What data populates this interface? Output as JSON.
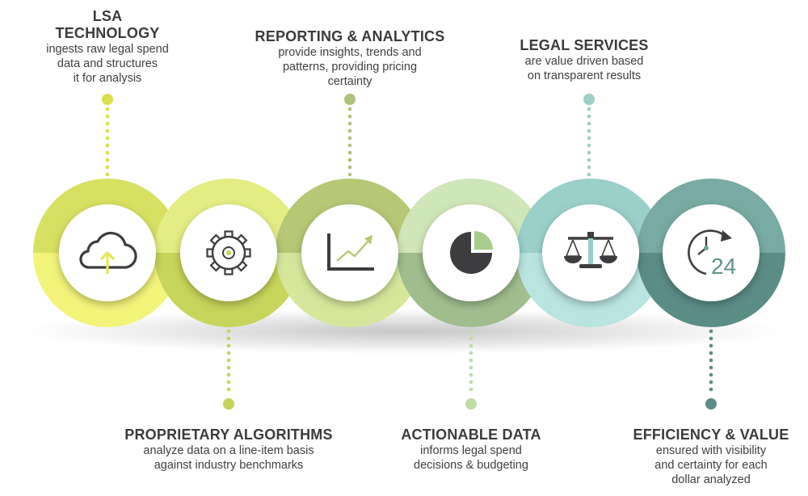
{
  "steps": [
    {
      "title": "LSA TECHNOLOGY",
      "title_lines": [
        "LSA",
        "TECHNOLOGY"
      ],
      "desc_lines": [
        "ingests raw legal spend",
        "data and structures",
        "it for analysis"
      ],
      "icon": "cloud-upload-icon",
      "color_top": "#d8e062",
      "color_bottom": "#f3f47a"
    },
    {
      "title": "PROPRIETARY ALGORITHMS",
      "title_lines": [
        "PROPRIETARY ALGORITHMS"
      ],
      "desc_lines": [
        "analyze data on a line-item basis",
        "against industry benchmarks"
      ],
      "icon": "gear-icon",
      "color_top": "#e4ec84",
      "color_bottom": "#c7d55a"
    },
    {
      "title": "REPORTING & ANALYTICS",
      "title_lines": [
        "REPORTING & ANALYTICS"
      ],
      "desc_lines": [
        "provide insights, trends and",
        "patterns, providing pricing",
        "certainty"
      ],
      "icon": "trend-chart-icon",
      "color_top": "#b6c775",
      "color_bottom": "#d6e79c"
    },
    {
      "title": "ACTIONABLE DATA",
      "title_lines": [
        "ACTIONABLE DATA"
      ],
      "desc_lines": [
        "informs legal spend",
        "decisions & budgeting"
      ],
      "icon": "pie-chart-icon",
      "color_top": "#cfe6b8",
      "color_bottom": "#9fbd8d"
    },
    {
      "title": "LEGAL SERVICES",
      "title_lines": [
        "LEGAL SERVICES"
      ],
      "desc_lines": [
        "are value driven based",
        "on transparent results"
      ],
      "icon": "scales-icon",
      "color_top": "#9bcfca",
      "color_bottom": "#b9e4e0"
    },
    {
      "title": "EFFICIENCY & VALUE",
      "title_lines": [
        "EFFICIENCY & VALUE"
      ],
      "desc_lines": [
        "ensured with visibility",
        "and certainty for each",
        "dollar analyzed"
      ],
      "icon": "clock-24-icon",
      "clock_text": "24",
      "color_top": "#79aaa4",
      "color_bottom": "#5c8c86"
    }
  ]
}
